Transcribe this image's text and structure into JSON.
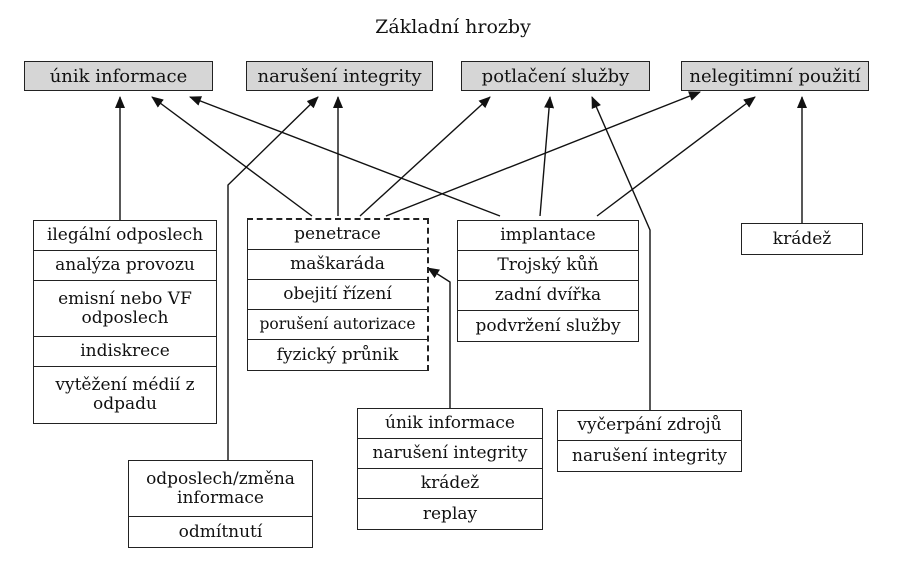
{
  "title": "Základní hrozby",
  "threats": {
    "t1": "únik informace",
    "t2": "narušení integrity",
    "t3": "potlačení služby",
    "t4": "nelegitimní použití"
  },
  "group_a": [
    "ilegální odposlech",
    "analýza provozu",
    "emisní nebo VF odposlech",
    "indiskrece",
    "vytěžení médií z odpadu"
  ],
  "group_b": [
    "penetrace",
    "maškaráda",
    "obejití řízení",
    "porušení autorizace",
    "fyzický průnik"
  ],
  "group_c": [
    "implantace",
    "Trojský kůň",
    "zadní dvířka",
    "podvržení služby"
  ],
  "group_d": [
    "krádež"
  ],
  "group_e": [
    "odposlech/změna informace",
    "odmítnutí"
  ],
  "group_f": [
    "únik informace",
    "narušení integrity",
    "krádež",
    "replay"
  ],
  "group_g": [
    "vyčerpání zdrojů",
    "narušení integrity"
  ]
}
